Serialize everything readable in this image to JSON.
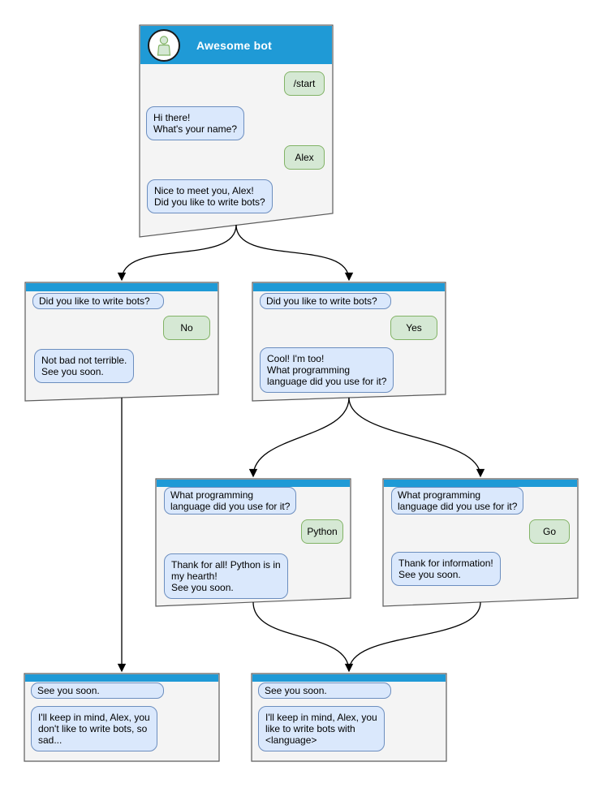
{
  "colors": {
    "header_blue": "#1f9ad6",
    "window_fill": "#f4f4f4",
    "window_border": "#5c5c5c",
    "bot_bubble_fill": "#dae8fc",
    "bot_bubble_border": "#6c8ebf",
    "user_bubble_fill": "#d5e8d4",
    "user_bubble_border": "#82b366",
    "connector": "#000000"
  },
  "windows": {
    "main": {
      "title": "Awesome bot",
      "avatar_icon": "person-icon",
      "messages": [
        {
          "from": "user",
          "text": "/start"
        },
        {
          "from": "bot",
          "text": "Hi there!\nWhat's your name?"
        },
        {
          "from": "user",
          "text": "Alex"
        },
        {
          "from": "bot",
          "text": "Nice to meet you, Alex!\nDid you like to write bots?"
        }
      ]
    },
    "branch_no": {
      "messages": [
        {
          "from": "bot",
          "text": "Did you like to write bots?"
        },
        {
          "from": "user",
          "text": "No"
        },
        {
          "from": "bot",
          "text": "Not bad not terrible.\nSee you soon."
        }
      ]
    },
    "branch_yes": {
      "messages": [
        {
          "from": "bot",
          "text": "Did you like to write bots?"
        },
        {
          "from": "user",
          "text": "Yes"
        },
        {
          "from": "bot",
          "text": "Cool! I'm too!\nWhat programming\nlanguage did you use for it?"
        }
      ]
    },
    "branch_python": {
      "messages": [
        {
          "from": "bot",
          "text": "What programming\nlanguage did you use for it?"
        },
        {
          "from": "user",
          "text": "Python"
        },
        {
          "from": "bot",
          "text": "Thank for all! Python is in\nmy hearth!\nSee you soon."
        }
      ]
    },
    "branch_go": {
      "messages": [
        {
          "from": "bot",
          "text": "What programming\nlanguage did you use for it?"
        },
        {
          "from": "user",
          "text": "Go"
        },
        {
          "from": "bot",
          "text": "Thank for information!\nSee you soon."
        }
      ]
    },
    "end_no": {
      "messages": [
        {
          "from": "bot",
          "text": "See you soon."
        },
        {
          "from": "bot",
          "text": "I'll keep in mind, Alex, you\ndon't like to write bots, so\nsad..."
        }
      ]
    },
    "end_yes": {
      "messages": [
        {
          "from": "bot",
          "text": "See you soon."
        },
        {
          "from": "bot",
          "text": "I'll keep in mind, Alex, you\nlike to write bots with\n<language>"
        }
      ]
    }
  }
}
